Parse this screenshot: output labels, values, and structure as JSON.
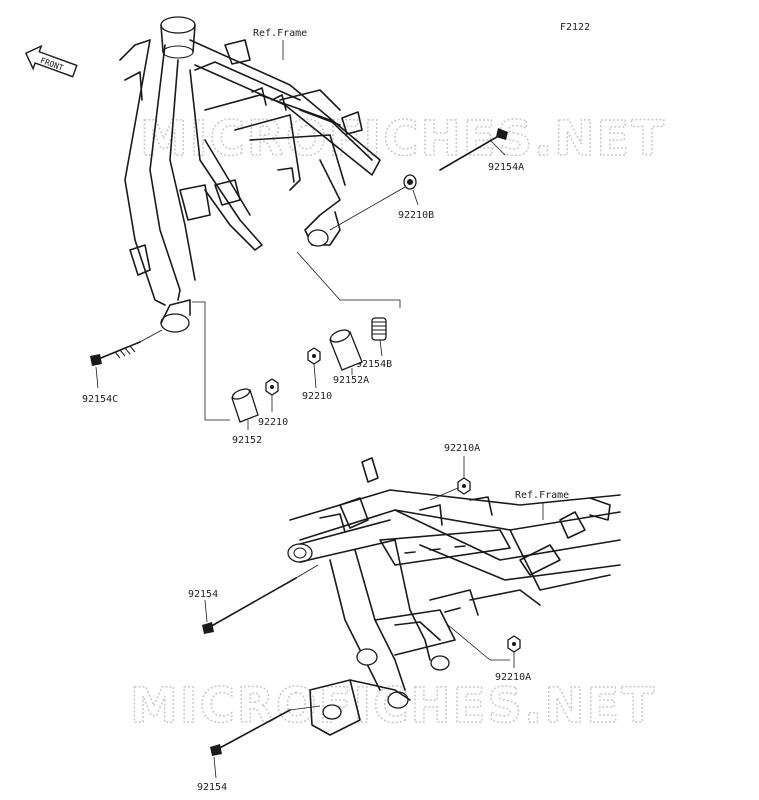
{
  "figure_code": "F2122",
  "watermark": "MICROFICHES.NET",
  "front_arrow_label": "FRONT",
  "ref_frame_top": "Ref.Frame",
  "ref_frame_bottom": "Ref.Frame",
  "parts": {
    "p92154A": "92154A",
    "p92210B": "92210B",
    "p92154B": "92154B",
    "p92152A": "92152A",
    "p92210": "92210",
    "p92154C": "92154C",
    "p92210_b": "92210",
    "p92152": "92152",
    "p92210A_top": "92210A",
    "p92154_top": "92154",
    "p92210A_bottom": "92210A",
    "p92154_bottom": "92154"
  }
}
